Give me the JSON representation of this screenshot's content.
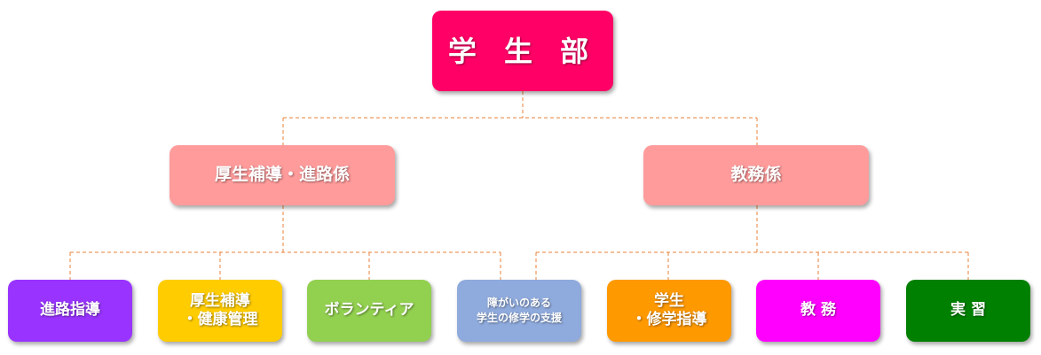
{
  "root": {
    "label": "学 生 部",
    "color": "#ff0066"
  },
  "departments": [
    {
      "label": "厚生補導・進路係",
      "color": "#ff9b9b"
    },
    {
      "label": "教務係",
      "color": "#ff9b9b"
    }
  ],
  "units": [
    {
      "label": "進路指導",
      "color": "#9933ff"
    },
    {
      "label": "厚生補導\n・健康管理",
      "color": "#ffcc00"
    },
    {
      "label": "ボランティア",
      "color": "#92d050"
    },
    {
      "label": "障がいのある\n学生の修学の支援",
      "color": "#8faadc"
    },
    {
      "label": "学生\n・修学指導",
      "color": "#ff9900"
    },
    {
      "label": "教 務",
      "color": "#ff00ff"
    },
    {
      "label": "実 習",
      "color": "#008000"
    }
  ],
  "connector_color": "#e8823a"
}
